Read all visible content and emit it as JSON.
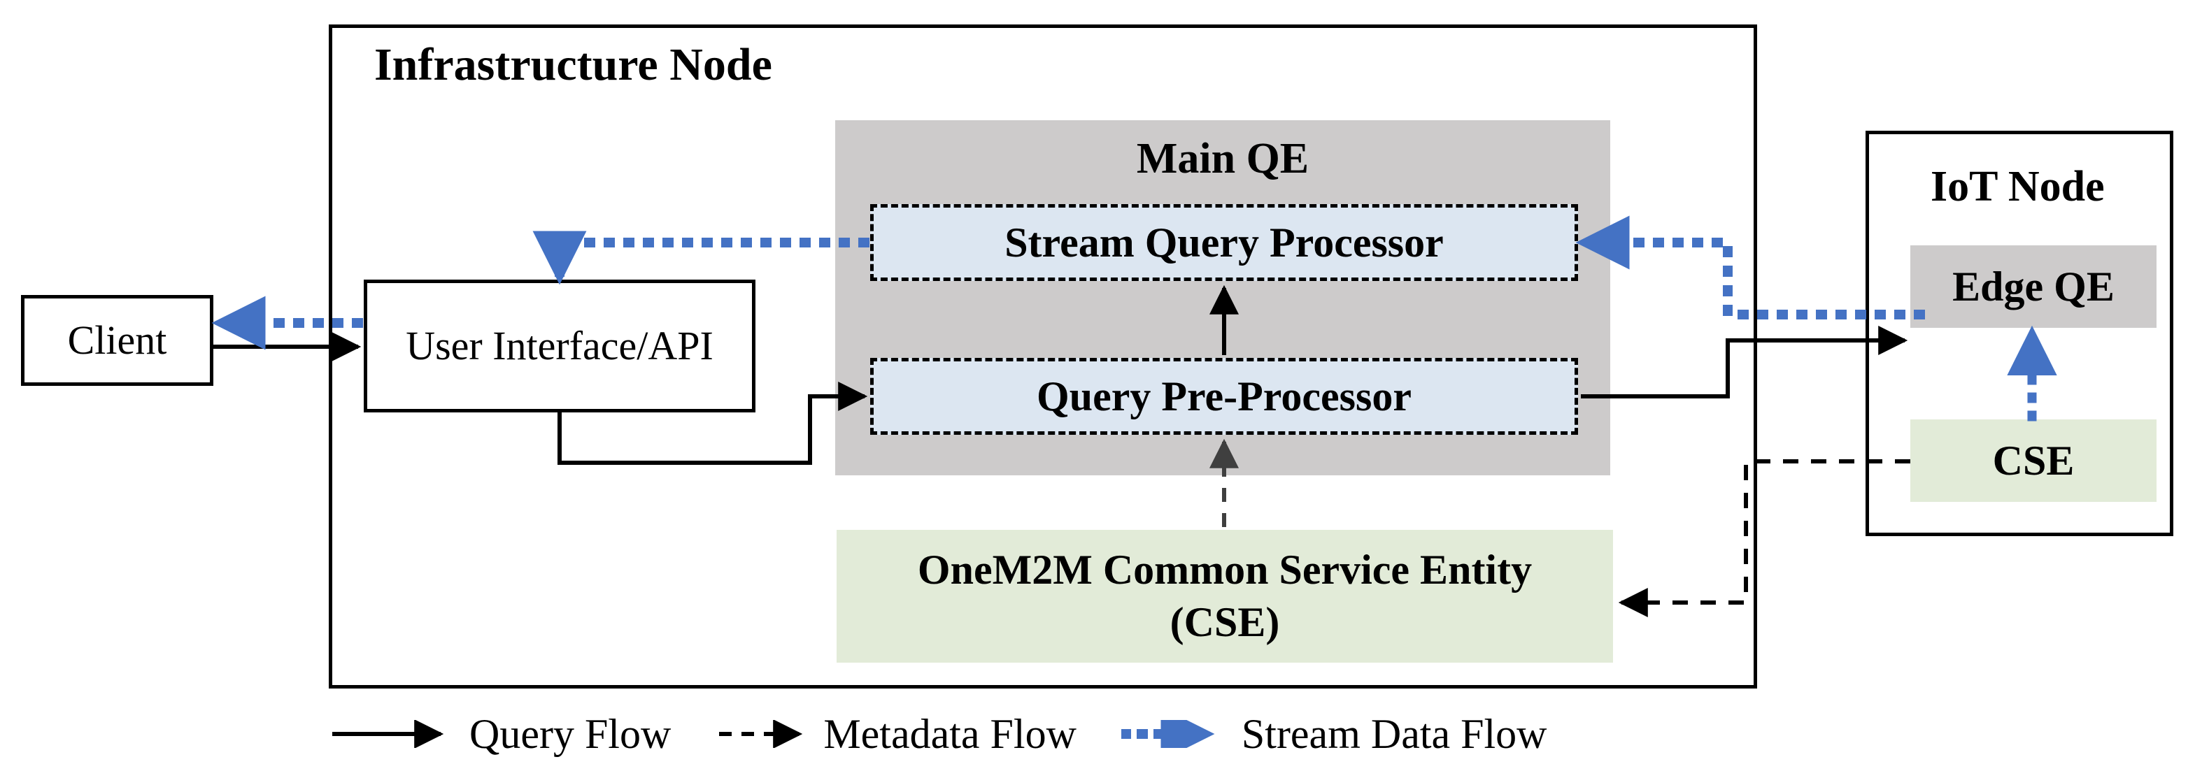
{
  "diagram": {
    "title_infrastructure": "Infrastructure Node",
    "title_iot": "IoT Node",
    "nodes": {
      "client": "Client",
      "user_interface": "User Interface/API",
      "main_qe": "Main QE",
      "stream_query_processor": "Stream Query Processor",
      "query_pre_processor": "Query Pre-Processor",
      "onem2m_cse": "OneM2M Common Service Entity (CSE)",
      "edge_qe": "Edge QE",
      "iot_cse": "CSE"
    },
    "colors": {
      "gray_fill": "#cdcbcb",
      "green_fill": "#e2ebd8",
      "blue_fill": "#dce6f1",
      "stream_blue": "#4472c4",
      "line_black": "#000000",
      "metadata_gray": "#3f3f3f"
    },
    "legend": [
      {
        "label": "Query Flow",
        "style": "solid",
        "color": "#000000"
      },
      {
        "label": "Metadata Flow",
        "style": "dashed",
        "color": "#000000"
      },
      {
        "label": "Stream Data Flow",
        "style": "dotted",
        "color": "#4472c4"
      }
    ],
    "flows": [
      {
        "from": "Client",
        "to": "User Interface/API",
        "type": "Query Flow"
      },
      {
        "from": "User Interface/API",
        "to": "Query Pre-Processor",
        "type": "Query Flow"
      },
      {
        "from": "Query Pre-Processor",
        "to": "Stream Query Processor",
        "type": "Query Flow"
      },
      {
        "from": "Query Pre-Processor",
        "to": "Edge QE",
        "type": "Query Flow"
      },
      {
        "from": "OneM2M Common Service Entity (CSE)",
        "to": "Query Pre-Processor",
        "type": "Metadata Flow"
      },
      {
        "from": "CSE",
        "to": "OneM2M Common Service Entity (CSE)",
        "type": "Metadata Flow"
      },
      {
        "from": "Stream Query Processor",
        "to": "User Interface/API",
        "type": "Stream Data Flow"
      },
      {
        "from": "User Interface/API",
        "to": "Client",
        "type": "Stream Data Flow"
      },
      {
        "from": "Edge QE",
        "to": "Stream Query Processor",
        "type": "Stream Data Flow"
      },
      {
        "from": "CSE",
        "to": "Edge QE",
        "type": "Stream Data Flow"
      }
    ]
  }
}
